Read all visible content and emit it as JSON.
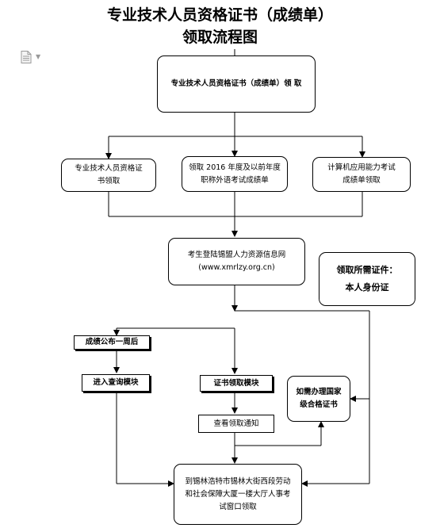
{
  "title": {
    "line1": "专业技术人员资格证书（成绩单）",
    "line2": "领取流程图"
  },
  "nodes": {
    "top": "专业技术人员资格证书（成绩单）领 取",
    "cert": "专业技术人员资格证书领取",
    "english": "领取 2016 年度及以前年度职称外语考试成绩单",
    "computer": "计算机应用能力考试成绩单领取",
    "login_line1": "考生登陆锡盟人力资源信息网",
    "login_line2": "(www.xmrlzy.org.cn)",
    "docs_label": "领取所需证件：",
    "docs_value": "本人身份证",
    "score": "成绩公布一周后",
    "query": "进入查询模块",
    "cert_module": "证书领取模块",
    "notice": "查看领取通知",
    "national": "如需办理国家级合格证书",
    "final": "到锡林浩特市锡林大街西段劳动和社会保障大厦一楼大厅人事考试窗口领取"
  },
  "icons": {
    "document": "document-icon",
    "dropdown": "dropdown-arrow-icon"
  }
}
